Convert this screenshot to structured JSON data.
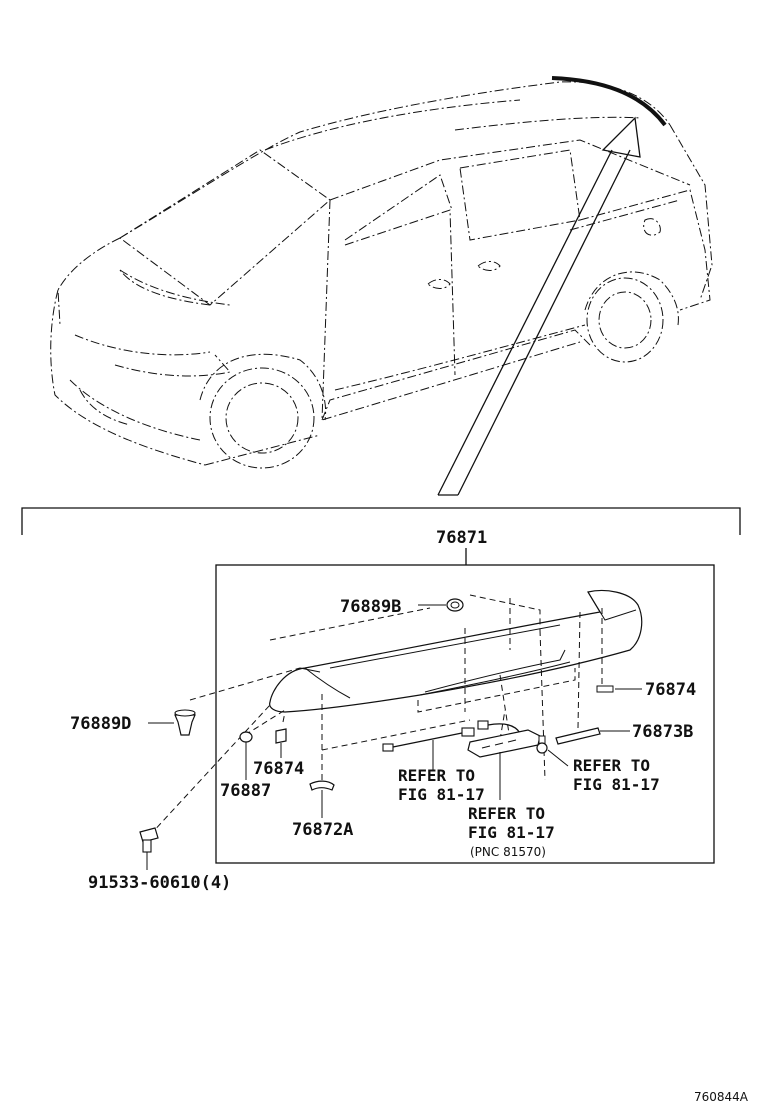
{
  "diagram": {
    "assembly_part": "76871",
    "parts": {
      "p76889B": "76889B",
      "p76874_right": "76874",
      "p76889D": "76889D",
      "p76873B": "76873B",
      "p76874_left": "76874",
      "p76887": "76887",
      "p76872A": "76872A",
      "p91533": "91533-60610(4)"
    },
    "refs": {
      "ref1_line1": "REFER TO",
      "ref1_line2": "FIG 81-17",
      "ref2_line1": "REFER TO",
      "ref2_line2": "FIG 81-17",
      "ref2_note": "(PNC 81570)",
      "ref3_line1": "REFER TO",
      "ref3_line2": "FIG 81-17"
    },
    "figure_code": "760844A"
  }
}
